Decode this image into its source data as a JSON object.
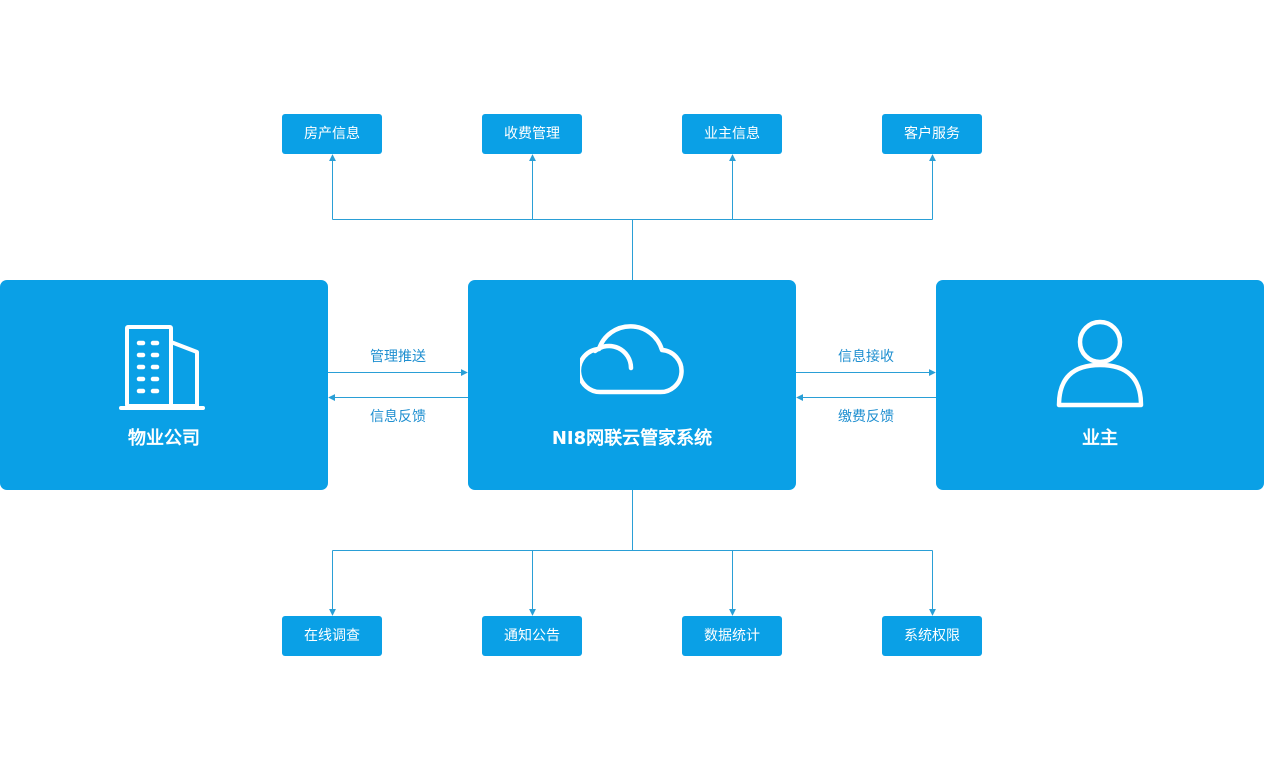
{
  "colors": {
    "box_fill": "#0aa0e6",
    "line": "#2a9fd6",
    "edge_text": "#1f8fd0",
    "box_text": "#ffffff"
  },
  "top_modules": [
    {
      "label": "房产信息"
    },
    {
      "label": "收费管理"
    },
    {
      "label": "业主信息"
    },
    {
      "label": "客户服务"
    }
  ],
  "bottom_modules": [
    {
      "label": "在线调查"
    },
    {
      "label": "通知公告"
    },
    {
      "label": "数据统计"
    },
    {
      "label": "系统权限"
    }
  ],
  "nodes": {
    "left": {
      "label": "物业公司",
      "icon": "building-icon"
    },
    "center": {
      "label": "NI8网联云管家系统",
      "icon": "cloud-icon"
    },
    "right": {
      "label": "业主",
      "icon": "user-icon"
    }
  },
  "edges": {
    "left_to_center": "管理推送",
    "center_to_left": "信息反馈",
    "center_to_right": "信息接收",
    "right_to_center": "缴费反馈"
  }
}
